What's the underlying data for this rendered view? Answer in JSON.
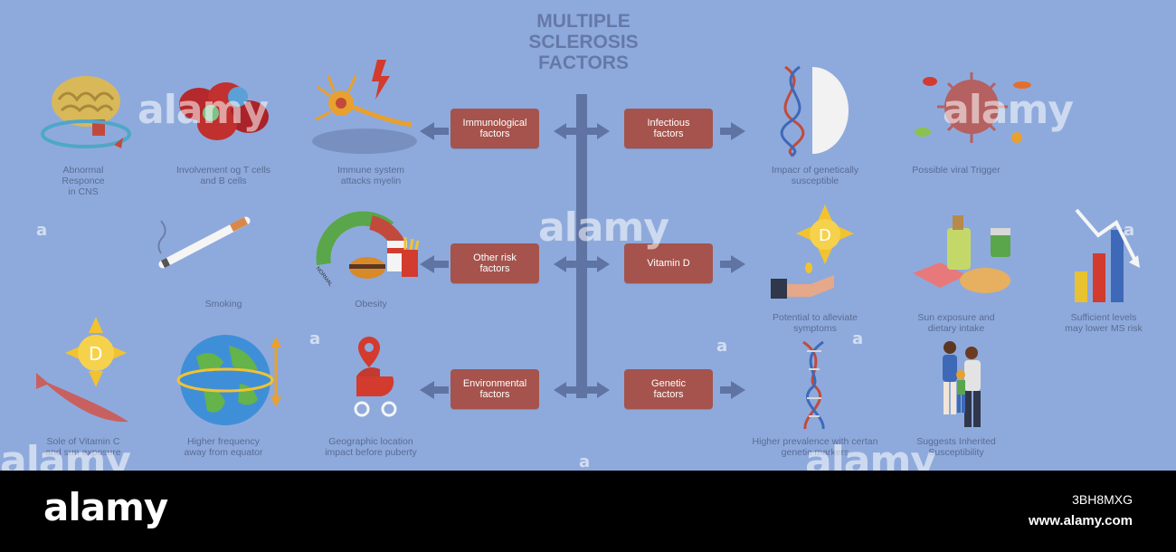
{
  "title": {
    "line1": "MULTIPLE",
    "line2": "SCLEROSIS",
    "line3": "FACTORS"
  },
  "factors": {
    "immunological": "Immunological\nfactors",
    "infectious": "Infectious\nfactors",
    "other_risk": "Other risk\nfactors",
    "vitamin_d": "Vitamin D",
    "environmental": "Environmental\nfactors",
    "genetic": "Genetic\nfactors"
  },
  "captions": {
    "abnormal_response": "Abnormal\nResponce\nin CNS",
    "t_b_cells": "Involvement og T cells\nand B cells",
    "immune_attack": "Immune system\nattacks myelin",
    "genetically_susceptible": "Impacr of genetically\nsusceptible",
    "viral_trigger": "Possible viral Trigger",
    "smoking": "Smoking",
    "obesity": "Obesity",
    "alleviate": "Potential to alleviate\nsymptoms",
    "sun_dietary": "Sun exposure and\ndietary intake",
    "lower_risk": "Sufficient levels\nmay lower MS risk",
    "vitamin_c": "Sole of Vitamin C\nand sun exposure",
    "equator": "Higher frequency\naway from equator",
    "geographic": "Geographic location\nimpact before puberty",
    "genetic_markers": "Higher prevalence with certan\ngenetic markers",
    "inherited": "Suggests  Inherited\nSusceptibility"
  },
  "icons": {
    "brain": "brain-icon",
    "cells": "blood-cells-icon",
    "neuron": "neuron-icon",
    "dna": "dna-icon",
    "virus": "virus-icon",
    "cigarette": "cigarette-icon",
    "food": "fast-food-icon",
    "sun": "vitamin-d-sun-icon",
    "food2": "dietary-food-icon",
    "chart": "bar-chart-icon",
    "fish": "fish-icon",
    "globe": "globe-icon",
    "stroller": "stroller-icon",
    "family": "family-icon"
  },
  "obesity_gauge": {
    "label": "NORMAL"
  },
  "watermark": {
    "word": "alamy",
    "letter": "a"
  },
  "footer": {
    "logo": "alamy",
    "image_id": "3BH8MXG",
    "url": "www.alamy.com"
  },
  "colors": {
    "background": "#8eaadc",
    "box": "#a5534c",
    "caption": "#5a6b93",
    "title": "#6579a8",
    "arrow": "#5f74a3"
  }
}
